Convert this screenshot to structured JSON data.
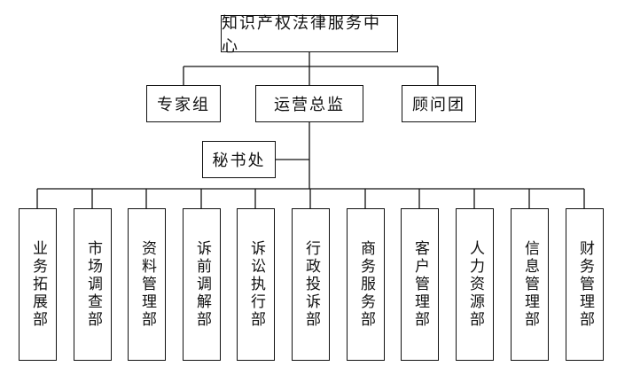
{
  "org_chart": {
    "root": "知识产权法律服务中心",
    "upper_units": [
      "专家组",
      "运营总监",
      "顾问团"
    ],
    "secretariat": "秘书处",
    "departments": [
      "业务拓展部",
      "市场调查部",
      "资料管理部",
      "诉前调解部",
      "诉讼执行部",
      "行政投诉部",
      "商务服务部",
      "客户管理部",
      "人力资源部",
      "信息管理部",
      "财务管理部"
    ]
  }
}
